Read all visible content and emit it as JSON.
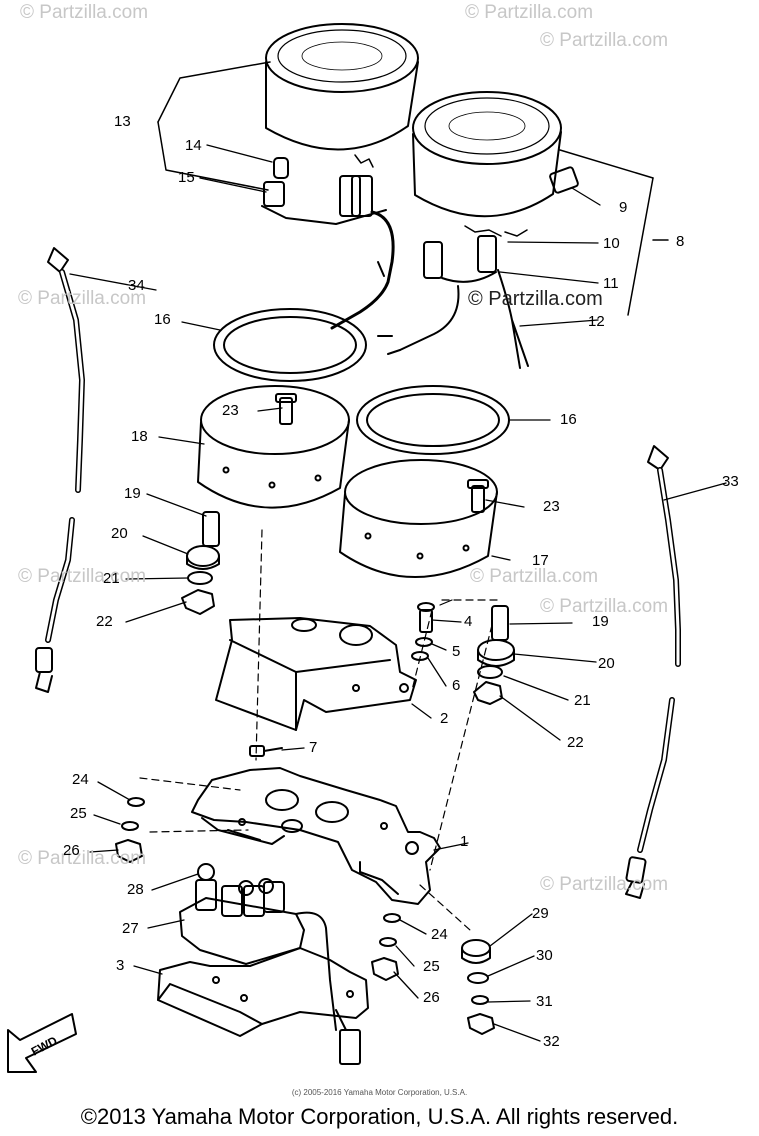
{
  "watermark": "© Partzilla.com",
  "small_copyright": "(c) 2005-2016 Yamaha Motor Corporation, U.S.A.",
  "copyright": "©2013 Yamaha Motor Corporation, U.S.A. All rights reserved.",
  "fwd_label": "FWD",
  "callouts": {
    "c1": "1",
    "c2": "2",
    "c3": "3",
    "c4": "4",
    "c5": "5",
    "c6": "6",
    "c7": "7",
    "c8": "8",
    "c9": "9",
    "c10": "10",
    "c11": "11",
    "c12": "12",
    "c13": "13",
    "c14": "14",
    "c15": "15",
    "c16a": "16",
    "c16b": "16",
    "c17": "17",
    "c18": "18",
    "c19a": "19",
    "c19b": "19",
    "c20a": "20",
    "c20b": "20",
    "c21a": "21",
    "c21b": "21",
    "c22a": "22",
    "c22b": "22",
    "c23a": "23",
    "c23b": "23",
    "c24a": "24",
    "c24b": "24",
    "c25a": "25",
    "c25b": "25",
    "c26a": "26",
    "c26b": "26",
    "c27": "27",
    "c28": "28",
    "c29": "29",
    "c30": "30",
    "c31": "31",
    "c32": "32",
    "c33": "33",
    "c34": "34"
  }
}
